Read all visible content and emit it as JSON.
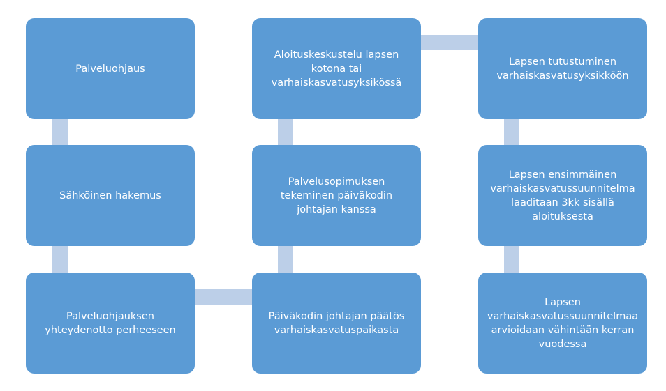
{
  "steps": [
    {
      "label": "Palveluohjaus"
    },
    {
      "label": "Sähköinen hakemus"
    },
    {
      "label": "Palveluohjauksen yhteydenotto perheeseen"
    },
    {
      "label": "Päiväkodin johtajan päätös varhaiskasvatuspaikasta"
    },
    {
      "label": "Palvelusopimuksen tekeminen päiväkodin johtajan kanssa"
    },
    {
      "label": "Aloituskeskustelu lapsen kotona tai varhaiskasvatusyksikössä"
    },
    {
      "label": "Lapsen tutustuminen varhaiskasvatusyksikköön"
    },
    {
      "label": "Lapsen ensimmäinen varhaiskasvatussuunnitelma laaditaan 3kk sisällä aloituksesta"
    },
    {
      "label": "Lapsen varhaiskasvatussuunnitelmaa arvioidaan vähintään kerran vuodessa"
    }
  ],
  "colors": {
    "box_fill": "#5b9bd5",
    "box_text": "#ffffff",
    "connector": "#bccfe8"
  }
}
